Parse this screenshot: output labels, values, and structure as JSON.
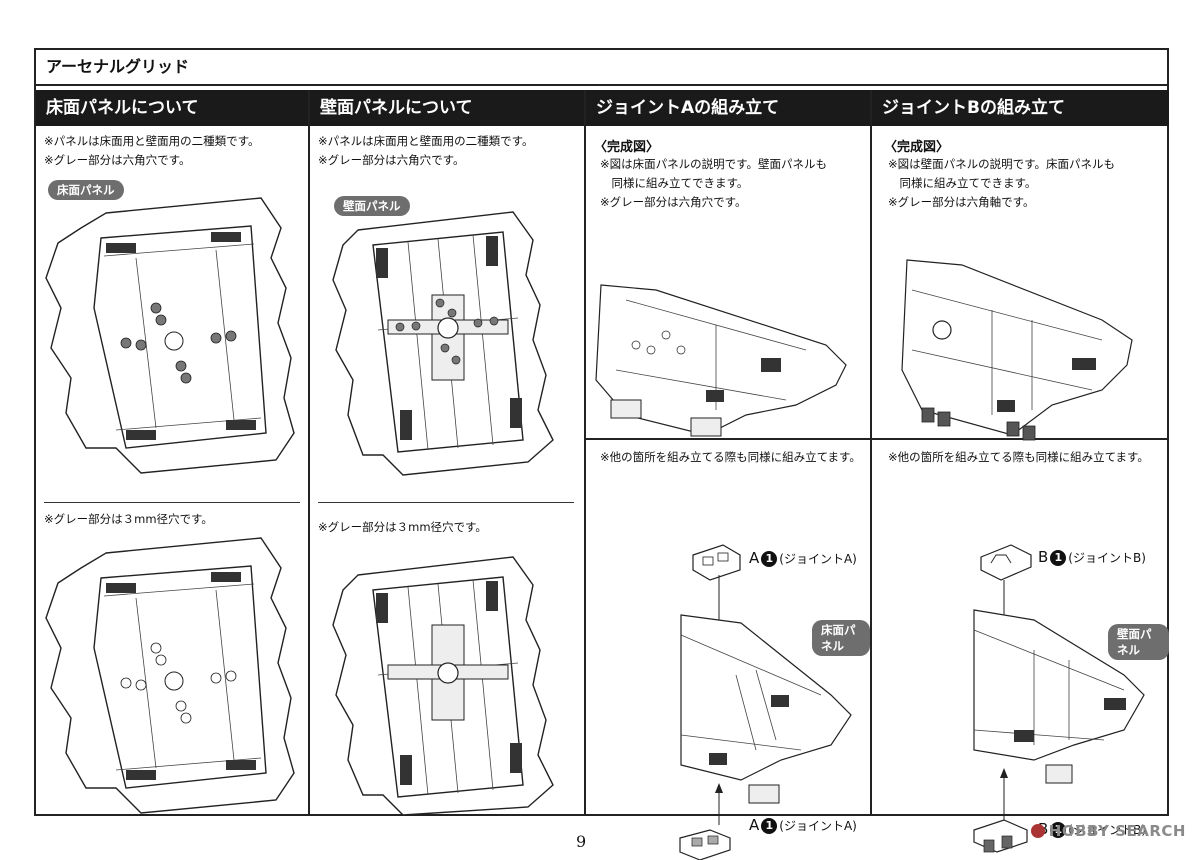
{
  "title": "アーセナルグリッド",
  "columns": [
    {
      "heading": "床面パネルについて",
      "notes_top": [
        "※パネルは床面用と壁面用の二種類です。",
        "※グレー部分は六角穴です。"
      ],
      "label": "床面パネル",
      "note_bottom": "※グレー部分は３mm径穴です。"
    },
    {
      "heading": "壁面パネルについて",
      "notes_top": [
        "※パネルは床面用と壁面用の二種類です。",
        "※グレー部分は六角穴です。"
      ],
      "label": "壁面パネル",
      "note_bottom": "※グレー部分は３mm径穴です。"
    },
    {
      "heading": "ジョイントAの組み立て",
      "subheading": "〈完成図〉",
      "notes_top": [
        "※図は床面パネルの説明です。壁面パネルも",
        "　同様に組み立てできます。",
        "※グレー部分は六角穴です。"
      ],
      "note_bottom": "※他の箇所を組み立てる際も同様に組み立てます。",
      "label": "床面パネル",
      "callout_letter": "A",
      "callout_num": "1",
      "callout_text": "(ジョイントA)"
    },
    {
      "heading": "ジョイントBの組み立て",
      "subheading": "〈完成図〉",
      "notes_top": [
        "※図は壁面パネルの説明です。床面パネルも",
        "　同様に組み立てできます。",
        "※グレー部分は六角軸です。"
      ],
      "note_bottom": "※他の箇所を組み立てる際も同様に組み立てます。",
      "label": "壁面パネル",
      "callout_letter": "B",
      "callout_num": "1",
      "callout_text": "(ジョイントB)"
    }
  ],
  "page_number": "9",
  "watermark": "HOBBY SEARCH"
}
